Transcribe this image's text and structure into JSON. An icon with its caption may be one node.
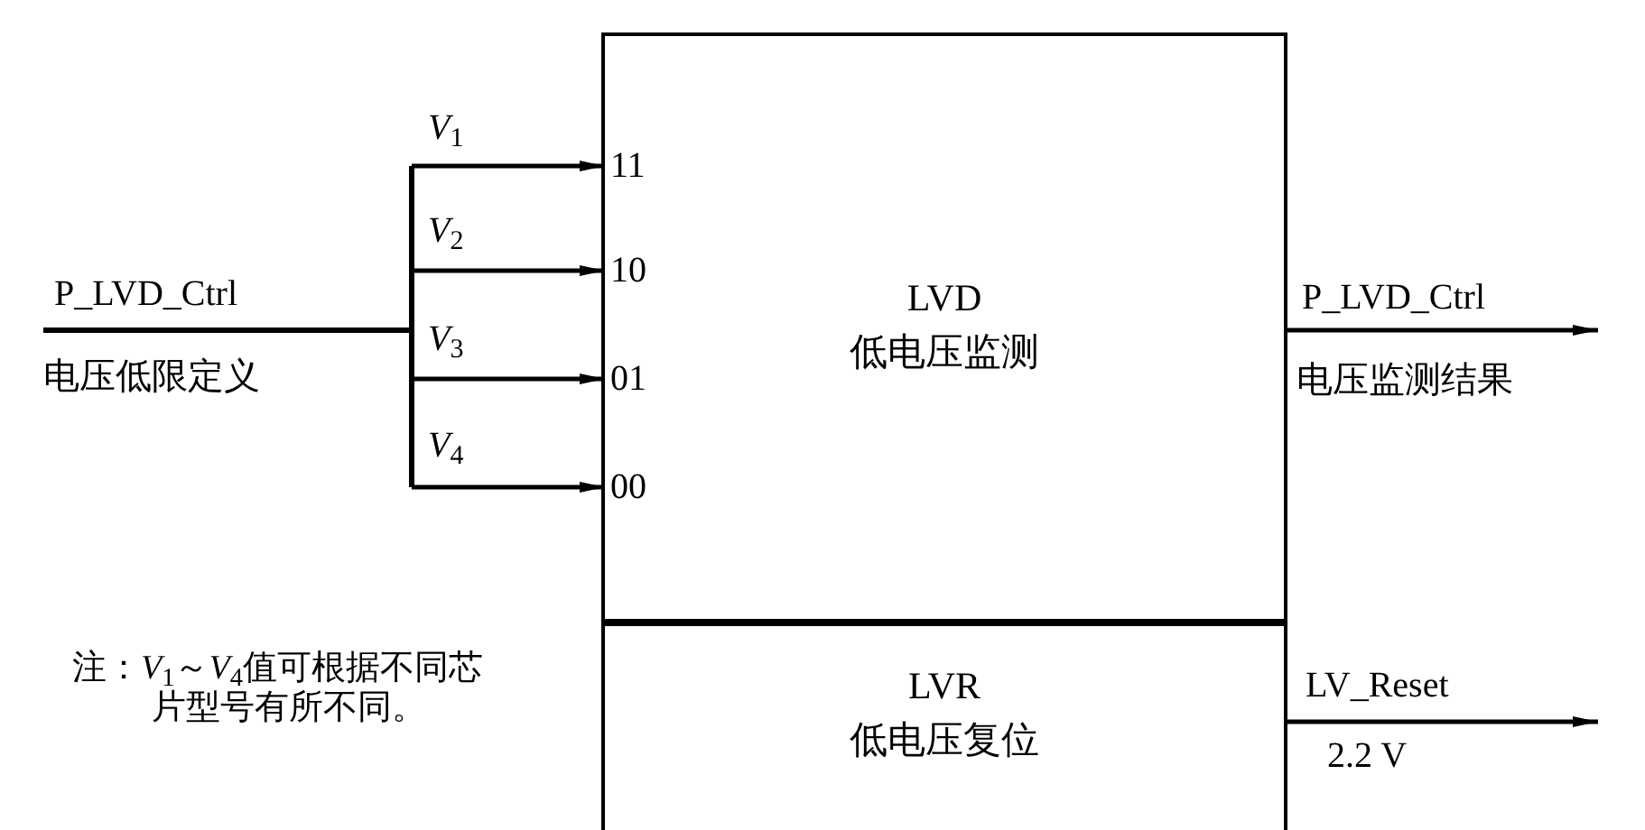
{
  "diagram": {
    "nodes": [
      {
        "text": [
          "LVD",
          "低电压监测"
        ]
      },
      {
        "text": [
          "11"
        ],
        "in": 0
      },
      {
        "text": [
          "10"
        ],
        "in": 0
      },
      {
        "text": [
          "01"
        ],
        "in": 0
      },
      {
        "text": [
          "00"
        ],
        "in": 0
      },
      {
        "text": [
          "LVR",
          "低电压复位"
        ]
      },
      {
        "text": [
          "P_LVD_Ctrl",
          "电压低限定义"
        ]
      }
    ],
    "edges": [
      {
        "from": 6,
        "to": 1,
        "arrow": "to",
        "label": "*V*$_{1}$"
      },
      {
        "from": 6,
        "to": 2,
        "arrow": "to",
        "label": "*V*$_{2}$"
      },
      {
        "from": 6,
        "to": 3,
        "arrow": "to",
        "label": "*V*$_{3}$"
      },
      {
        "from": 6,
        "to": 4,
        "arrow": "to",
        "label": "*V*$_{4}$"
      },
      {
        "from": 0,
        "to": null,
        "arrow": "to",
        "label": "P_LVD_Ctrl"
      },
      {
        "from": 5,
        "to": null,
        "arrow": "to",
        "label": "LV_Reset"
      }
    ],
    "labels": [
      "电压监测结果",
      "2.2 V",
      "注：*V*$_{1}$～*V*$_{4}$值可根据不同芯片型号有所不同。"
    ]
  }
}
